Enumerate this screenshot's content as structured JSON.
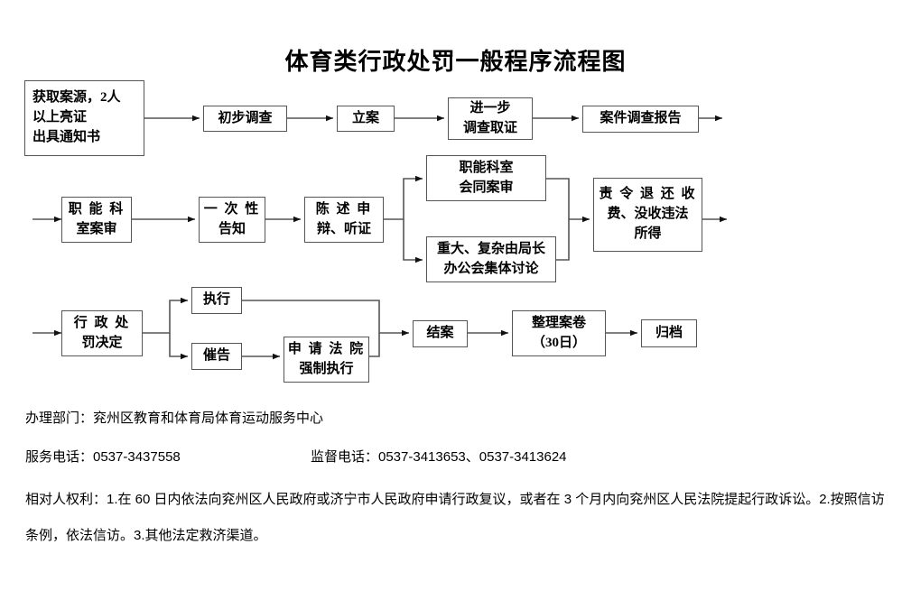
{
  "title": "体育类行政处罚一般程序流程图",
  "flow": {
    "row1": [
      {
        "id": "get-case-source",
        "lines": [
          "获取案源，2人",
          "以上亮证",
          "出具通知书"
        ]
      },
      {
        "id": "preliminary-investigation",
        "lines": [
          "初步调查"
        ]
      },
      {
        "id": "case-filing",
        "lines": [
          "立案"
        ]
      },
      {
        "id": "further-investigation",
        "lines": [
          "进一步",
          "调查取证"
        ]
      },
      {
        "id": "case-investigation-report",
        "lines": [
          "案件调查报告"
        ]
      }
    ],
    "row2": [
      {
        "id": "department-case-review",
        "lines": [
          "职 能 科",
          "室案审"
        ]
      },
      {
        "id": "one-time-notification",
        "lines": [
          "一 次 性",
          "告知"
        ]
      },
      {
        "id": "statement-defense-hearing",
        "lines": [
          "陈 述 申",
          "辩、听证"
        ]
      },
      {
        "id": "joint-case-review",
        "lines": [
          "职能科室",
          "会同案审"
        ]
      },
      {
        "id": "major-complex-discussion",
        "lines": [
          "重大、复杂由局长",
          "办公会集体讨论"
        ]
      },
      {
        "id": "order-refund-confiscate",
        "lines": [
          "责 令 退 还 收",
          "费、没收违法",
          "所得"
        ]
      }
    ],
    "row3": [
      {
        "id": "penalty-decision",
        "lines": [
          "行 政 处",
          "罚决定"
        ]
      },
      {
        "id": "execution",
        "lines": [
          "执行"
        ]
      },
      {
        "id": "urging",
        "lines": [
          "催告"
        ]
      },
      {
        "id": "apply-court-enforcement",
        "lines": [
          "申 请 法 院",
          "强制执行"
        ]
      },
      {
        "id": "case-closing",
        "lines": [
          "结案"
        ]
      },
      {
        "id": "organize-file",
        "lines": [
          "整理案卷",
          "（30日）"
        ]
      },
      {
        "id": "archive",
        "lines": [
          "归档"
        ]
      }
    ]
  },
  "footer": {
    "department": "办理部门：兖州区教育和体育局体育运动服务中心",
    "service_phone": "服务电话：0537-3437558",
    "supervision_phone": "监督电话：0537-3413653、0537-3413624",
    "rights": "相对人权利：1.在 60 日内依法向兖州区人民政府或济宁市人民政府申请行政复议，或者在 3 个月内向兖州区人民法院提起行政诉讼。2.按照信访条例，依法信访。3.其他法定救济渠道。"
  },
  "colors": {
    "box_border": "#555555",
    "line": "#555555",
    "text": "#000000",
    "background": "#ffffff"
  }
}
